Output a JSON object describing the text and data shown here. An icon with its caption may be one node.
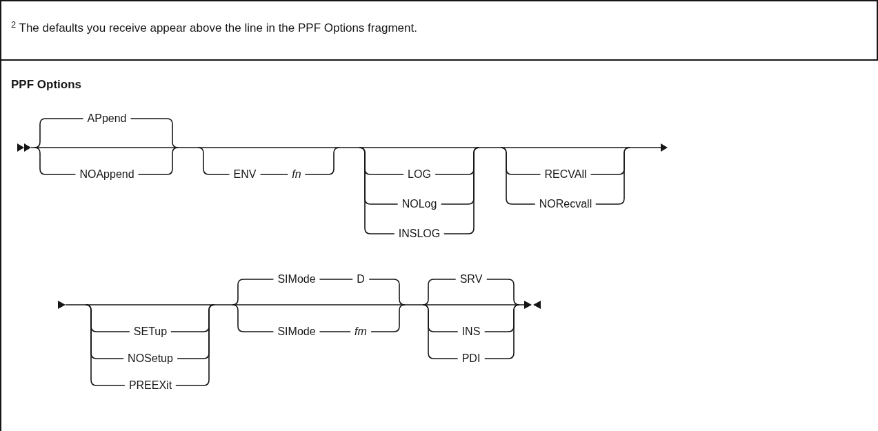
{
  "diagram": {
    "title": "PPF Options",
    "labels": [
      "$^{2}$ The defaults you receive appear above the line in the PPF Options fragment.",
      "APpend",
      "NOAppend",
      "ENV",
      "fn",
      "LOG",
      "NOLog",
      "INSLOG",
      "RECVAll",
      "NORecvall",
      "SETup",
      "NOSetup",
      "PREEXit",
      "SIMode",
      "D",
      "SIMode",
      "fm",
      "SRV",
      "INS",
      "PDI"
    ]
  }
}
